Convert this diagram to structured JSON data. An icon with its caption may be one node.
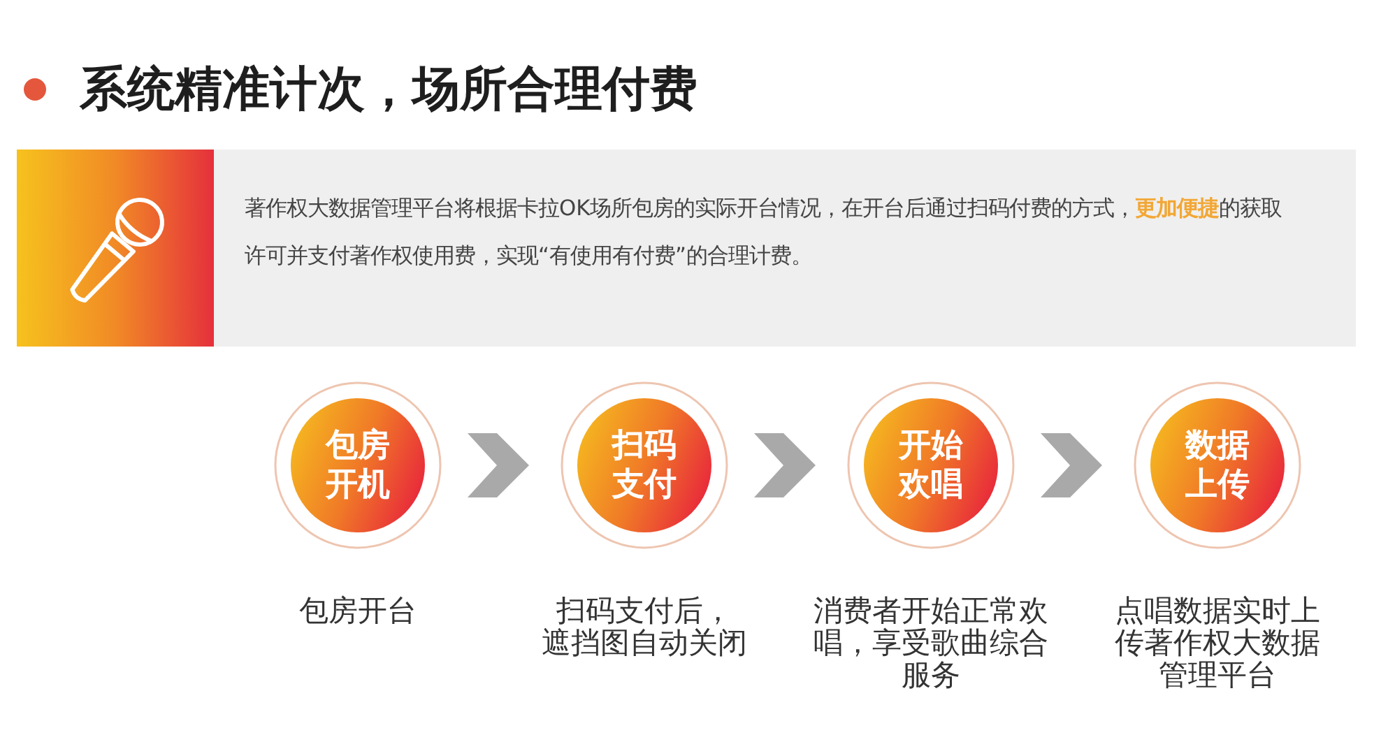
{
  "diagram": {
    "title": "系统精准计次，场所合理付费",
    "nodes": [
      {
        "text": [
          "著作权大数据管理平台将根据卡拉OK场所包房的实际开台情况，在开台后通过扫码付费的方式，**更加便捷**的获取许可并支付著作权使用费，实现“有使用有付费”的合理计费。"
        ]
      },
      {
        "text": [
          "包房开机"
        ],
        "beside": [
          "包房开台"
        ]
      },
      {
        "text": [
          "扫码支付"
        ],
        "beside": [
          "扫码支付后，遮挡图自动关闭"
        ]
      },
      {
        "text": [
          "开始欢唱"
        ],
        "beside": [
          "消费者开始正常欢唱，享受歌曲综合服务"
        ]
      },
      {
        "text": [
          "数据上传"
        ],
        "beside": [
          "点唱数据实时上传著作权大数据管理平台"
        ]
      }
    ],
    "edges": [
      {
        "from": 1,
        "to": 2,
        "arrow": "to"
      },
      {
        "from": 2,
        "to": 3,
        "arrow": "to"
      },
      {
        "from": 3,
        "to": 4,
        "arrow": "to"
      }
    ]
  }
}
